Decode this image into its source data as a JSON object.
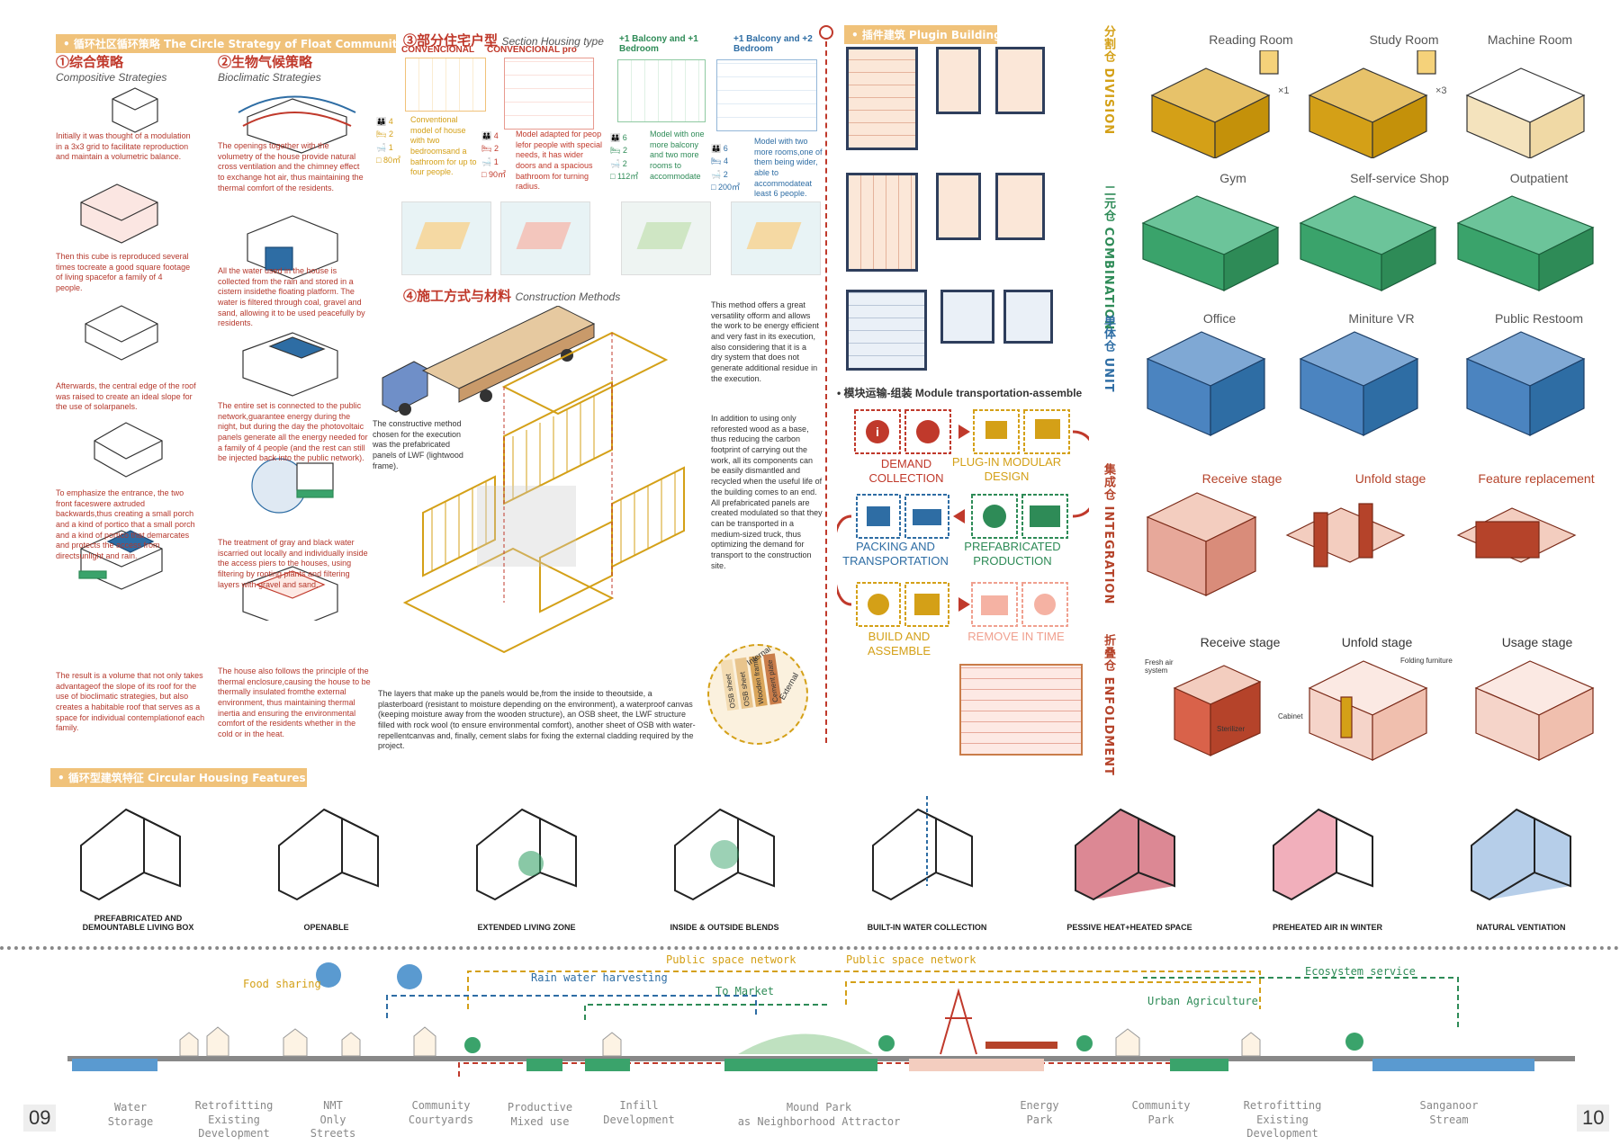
{
  "circle_banner": "• 循环社区循环策略 The Circle Strategy of Float Community",
  "strategy1": {
    "title": "①综合策略",
    "subtitle": "Compositive Strategies",
    "notes": [
      "Initially it was thought of a modulation in a 3x3 grid to facilitate reproduction and maintain a volumetric balance.",
      "Then this cube is reproduced several times tocreate a good square footage of living spacefor a family of 4 people.",
      "Afterwards, the central edge of the roof was raised to create an ideal slope for the use of solarpanels.",
      "To emphasize the entrance, the two front faceswere axtruded backwards,thus creating a small porch and a kind of portico that a small porch and a kind of portico that demarcates and protects the access from directsunlight and rain.",
      "The result is a volume that not only takes advantageof the slope of its roof for the use of bioclimatic strategies, but also creates a habitable roof that serves as a space for individual contemplationof each family."
    ]
  },
  "strategy2": {
    "title": "②生物气候策略",
    "subtitle": "Bioclimatic Strategies",
    "notes": [
      "The openings together with the volumetry of the house provide natural cross ventilation and the chimney effect to exchange hot air, thus maintaining the thermal comfort of the residents.",
      "All the water used in the house is collected from the rain and stored in a cistern insidethe floating platform. The water is filtered through coal, gravel and sand, allowing it to be used peacefully by residents.",
      "The entire set is connected to the public network,guarantee energy during the night, but during the day the photovoltaic panels generate all the energy needed for a family of 4 people (and the rest can still be injected back into the public network).",
      "The treatment of gray and black water iscarried out locally and individually inside the access piers to the houses, using filtering by rooting plants and filtering layers with gravel and sand.",
      "The house also follows the principle of the thermal enclosure,causing the house to be thermally insulated fromthe external environment, thus maintaining thermal inertia and ensuring the environmental comfort of the residents whether in the cold or in the heat."
    ]
  },
  "section": {
    "title": "③部分住宅户型",
    "subtitle": "Section Housing type",
    "types": [
      {
        "name": "CONVENCIONAL",
        "desc": "Conventional model of house with two bedroomsand a bathroom for up to four people.",
        "people": "4",
        "beds": "2",
        "baths": "1",
        "area": "80㎡"
      },
      {
        "name": "CONVENCIONAL pro",
        "desc": "Model adapted for peop lefor people with special needs, it has wider doors and a spacious bathroom for turning radius.",
        "people": "4",
        "beds": "2",
        "baths": "1",
        "area": "90㎡"
      },
      {
        "name": "+1 Balcony and +1 Bedroom",
        "desc": "Model with one more balcony and two more rooms to accommodate",
        "people": "6",
        "beds": "2",
        "baths": "2",
        "area": "112㎡"
      },
      {
        "name": "+1 Balcony and +2 Bedroom",
        "desc": "Model with two more rooms,one of them being wider, able to accommodateat least 6 people.",
        "people": "6",
        "beds": "4",
        "baths": "2",
        "area": "200㎡"
      }
    ]
  },
  "construction": {
    "title": "④施工方式与材料",
    "subtitle": "Construction Methods",
    "method_text": "The constructive method chosen for the execution was the prefabricated panels of LWF (lightwood frame).",
    "right_text1": "This method offers a great versatility ofform and allows the work to be energy efficient and very fast in its execution, also considering that it is a dry system that does not generate additional residue in the execution.",
    "right_text2": "In addition to using only reforested wood as a base, thus reducing the carbon footprint of carrying out the work, all its components can be easily dismantled and recycled when the useful life of the building comes to an end. All prefabricated panels are created modulated so that they can be transported in a medium-sized truck, thus optimizing the demand for transport to the construction site.",
    "layers_text": "The layers that make up the panels would be,from the inside to theoutside, a plasterboard (resistant to moisture depending on the environment), a waterproof canvas (keeping moisture away from the wooden structure), an OSB sheet, the LWF structure filled with rock wool (to ensure environmental comfort), another sheet of OSB with water-repellentcanvas and, finally, cement slabs for fixing the external cladding required by the project.",
    "layers": [
      "OSB sheet",
      "OSB sheet",
      "Wooden frame",
      "Cement plate",
      "Internal",
      "External"
    ]
  },
  "plugin_banner": "• 插件建筑 Plugin Building",
  "module_title": "• 模块运输-组装 Module transportation-assemble",
  "flow": {
    "demand": "DEMAND COLLECTION",
    "plugin": "PLUG-IN MODULAR DESIGN",
    "packing": "PACKING AND TRANSPORTATION",
    "prefab": "PREFABRICATED PRODUCTION",
    "build": "BUILD AND ASSEMBLE",
    "remove": "REMOVE IN TIME"
  },
  "division": {
    "cn": "分割仓",
    "en": "DIVISION",
    "items": [
      "Reading Room",
      "Study Room",
      "Machine Room"
    ],
    "mult": [
      "×1",
      "×3"
    ]
  },
  "combination": {
    "cn": "二元仓",
    "en": "COMBINATION",
    "items": [
      "Gym",
      "Self-service Shop",
      "Outpatient"
    ]
  },
  "unit": {
    "cn": "单体仓",
    "en": "UNIT",
    "items": [
      "Office",
      "Miniture VR",
      "Public Restoom"
    ]
  },
  "integration": {
    "cn": "集成仓",
    "en": "INTEGRATION",
    "items": [
      "Receive stage",
      "Unfold stage",
      "Feature replacement"
    ]
  },
  "enfoldment": {
    "cn": "折叠仓",
    "en": "ENFOLDMENT",
    "items": [
      "Receive stage",
      "Unfold stage",
      "Usage stage"
    ],
    "notes": [
      "Fresh air system",
      "Sterilizer",
      "Folding furniture",
      "Cabinet"
    ]
  },
  "housing_banner": "• 循环型建筑特征 Circular Housing Features",
  "features": [
    "PREFABRICATED AND DEMOUNTABLE LIVING BOX",
    "OPENABLE",
    "EXTENDED LIVING ZONE",
    "INSIDE & OUTSIDE BLENDS",
    "BUILT-IN WATER COLLECTION",
    "PESSIVE HEAT+HEATED SPACE",
    "PREHEATED AIR IN WINTER",
    "NATURAL VENTIATION"
  ],
  "section_labels": {
    "food": "Food sharing",
    "rain": "Rain water harvesting",
    "public1": "Public space network",
    "public2": "Public space network",
    "market": "To Market",
    "eco": "Ecosystem service",
    "urban": "Urban Agriculture"
  },
  "stages": [
    {
      "a": "Water",
      "b": "Storage"
    },
    {
      "a": "Retrofitting",
      "b": "Existing Development"
    },
    {
      "a": "NMT",
      "b": "Only Streets"
    },
    {
      "a": "Community",
      "b": "Courtyards"
    },
    {
      "a": "Productive",
      "b": "Mixed use"
    },
    {
      "a": "Infill",
      "b": "Development"
    },
    {
      "a": "Mound Park",
      "b": "as Neighborhood Attractor"
    },
    {
      "a": "Energy",
      "b": "Park"
    },
    {
      "a": "Community",
      "b": "Park"
    },
    {
      "a": "Retrofitting",
      "b": "Existing Development"
    },
    {
      "a": "Sanganoor",
      "b": "Stream"
    }
  ],
  "page_left": "09",
  "page_right": "10",
  "colors": {
    "accent": "#f0c27a",
    "red": "#c0392b",
    "gold": "#d4a017",
    "green": "#2e8b57",
    "blue": "#2e6da4",
    "brick": "#b5432a"
  }
}
